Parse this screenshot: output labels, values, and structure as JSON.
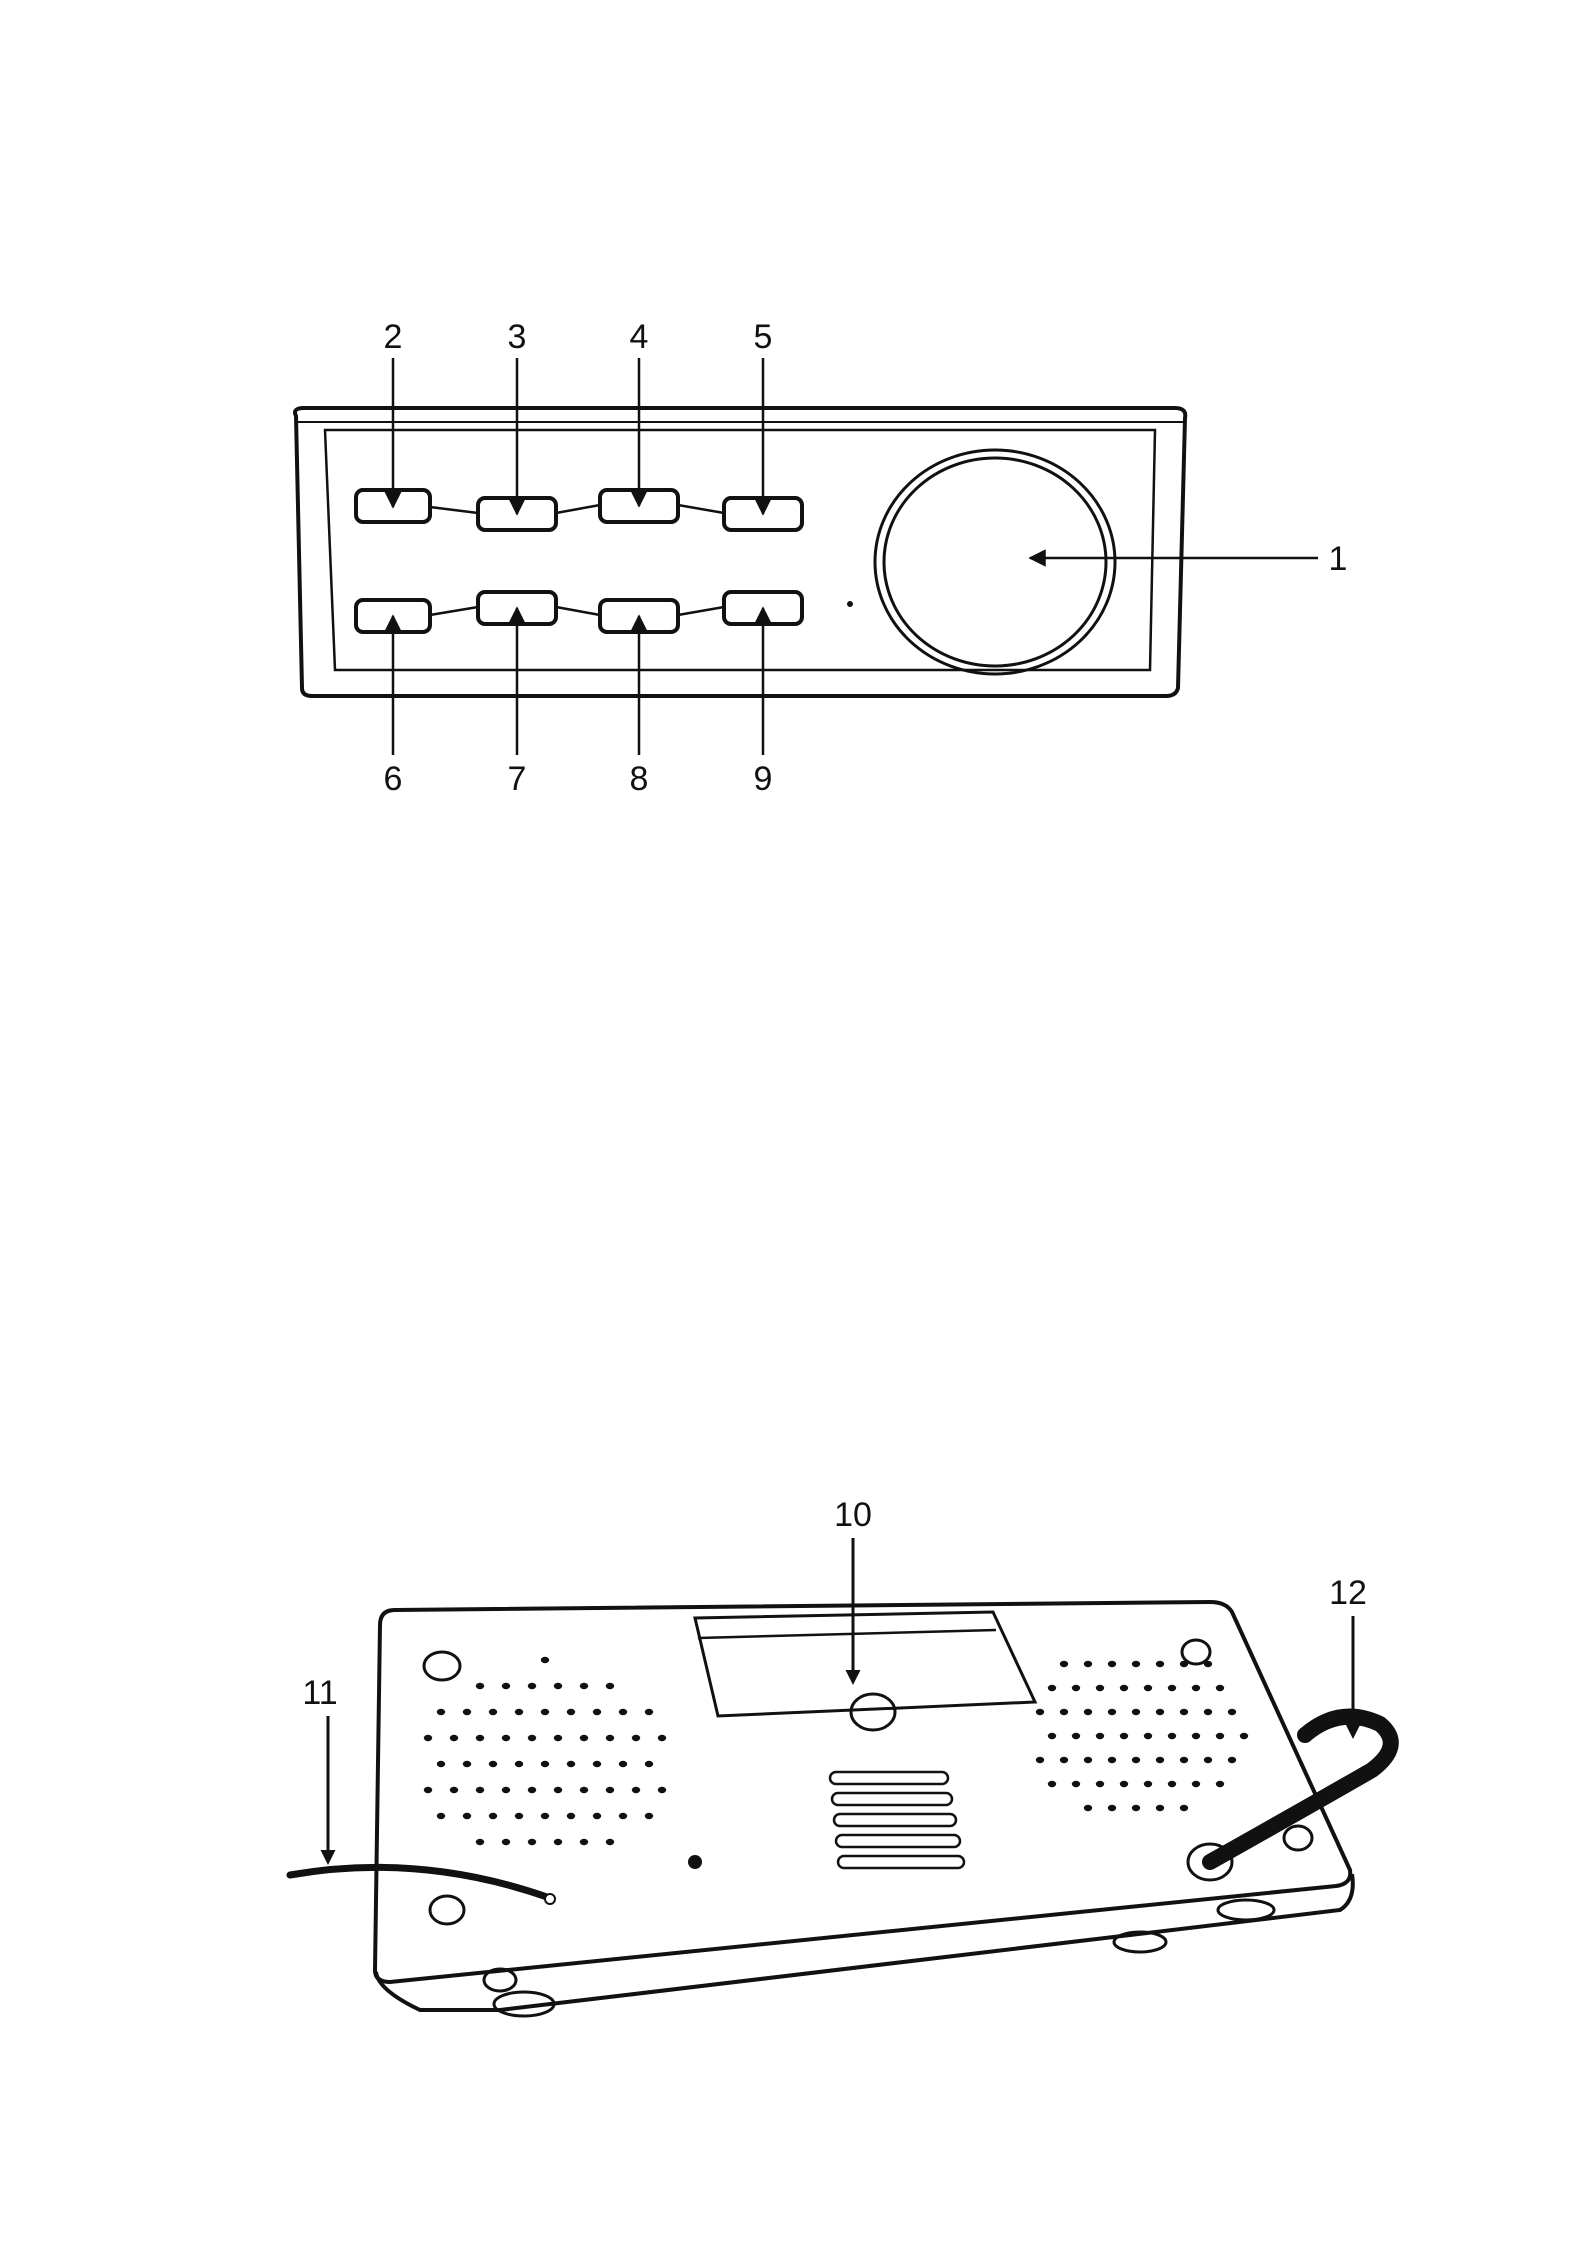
{
  "front_panel": {
    "callouts": [
      {
        "id": "dial",
        "label": "1"
      },
      {
        "id": "btn-top-1",
        "label": "2"
      },
      {
        "id": "btn-top-2",
        "label": "3"
      },
      {
        "id": "btn-top-3",
        "label": "4"
      },
      {
        "id": "btn-top-4",
        "label": "5"
      },
      {
        "id": "btn-bottom-1",
        "label": "6"
      },
      {
        "id": "btn-bottom-2",
        "label": "7"
      },
      {
        "id": "btn-bottom-3",
        "label": "8"
      },
      {
        "id": "btn-bottom-4",
        "label": "9"
      }
    ]
  },
  "bottom_view": {
    "callouts": [
      {
        "id": "battery-compartment",
        "label": "10"
      },
      {
        "id": "left-cable",
        "label": "11"
      },
      {
        "id": "right-cable",
        "label": "12"
      }
    ]
  },
  "colors": {
    "line": "#111111",
    "background": "#ffffff"
  }
}
